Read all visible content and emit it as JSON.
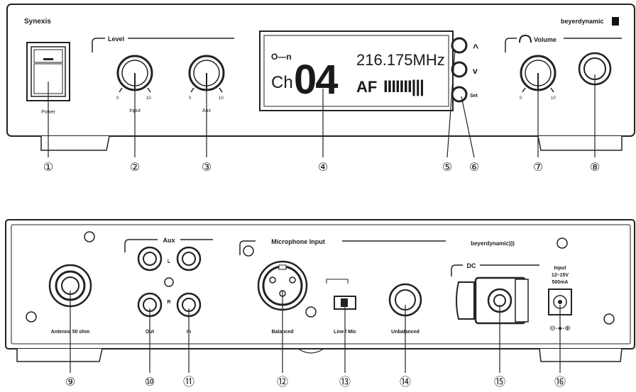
{
  "front": {
    "model": "Synexis",
    "brand": "beyerdynamic",
    "level_group": "Level",
    "power_label": "Power",
    "input_label": "Input",
    "aux_label": "Aux",
    "input_min": "0",
    "input_max": "10",
    "aux_min": "0",
    "aux_max": "10",
    "volume_group": "Volume",
    "volume_min": "0",
    "volume_max": "10",
    "display": {
      "key_symbol": "O—n",
      "ch_prefix": "Ch",
      "channel": "04",
      "frequency": "216.175MHz",
      "af_label": "AF",
      "af_bars": "IIIIIII|||"
    },
    "up_symbol": "^",
    "down_symbol": "v",
    "set_label": "Set",
    "callouts": [
      "①",
      "②",
      "③",
      "④",
      "⑤",
      "⑥",
      "⑦",
      "⑧"
    ]
  },
  "rear": {
    "brand": "beyerdynamic)))",
    "antenna_label": "Antenna 50 ohm",
    "aux_group": "Aux",
    "aux_l": "L",
    "aux_r": "R",
    "out_label": "Out",
    "in_label": "In",
    "mic_group": "Microphone Input",
    "balanced_label": "Balanced",
    "line_mic_label": "Line / Mic",
    "unbalanced_label": "Unbalanced",
    "dc_group": "DC",
    "dc_input_1": "Input",
    "dc_input_2": "12–15V",
    "dc_input_3": "500mA",
    "dc_polarity": "⊖-●-⊕",
    "callouts": [
      "⑨",
      "⑩",
      "⑪",
      "⑫",
      "⑬",
      "⑭",
      "⑮",
      "⑯"
    ]
  }
}
